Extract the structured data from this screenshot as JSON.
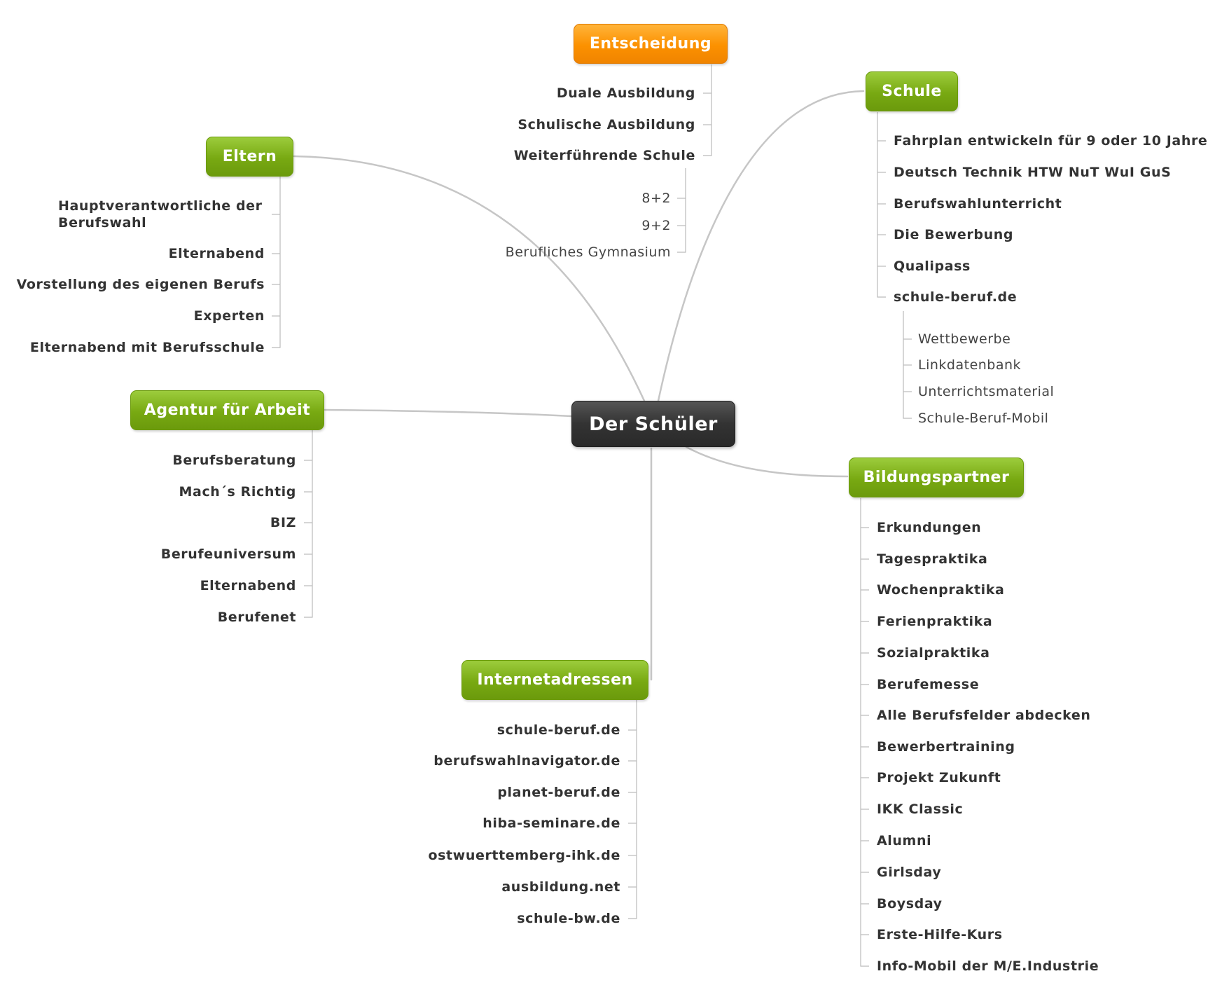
{
  "central": "Der Schüler",
  "entscheidung": {
    "title": "Entscheidung",
    "items": [
      "Duale Ausbildung",
      "Schulische Ausbildung",
      "Weiterführende Schule"
    ],
    "sub_items": [
      "8+2",
      "9+2",
      "Berufliches Gymnasium"
    ]
  },
  "schule": {
    "title": "Schule",
    "items": [
      "Fahrplan entwickeln für 9 oder 10 Jahre",
      "Deutsch Technik HTW NuT WuI GuS",
      "Berufswahlunterricht",
      "Die Bewerbung",
      "Qualipass",
      "schule-beruf.de"
    ],
    "sub_items": [
      "Wettbewerbe",
      "Linkdatenbank",
      "Unterrichtsmaterial",
      "Schule-Beruf-Mobil"
    ]
  },
  "eltern": {
    "title": "Eltern",
    "items": [
      "Hauptverantwortliche der",
      "Elternabend",
      "Vorstellung des eigenen Berufs",
      "Experten",
      "Elternabend mit Berufsschule"
    ],
    "item0_line2": "Berufswahl"
  },
  "agentur": {
    "title": "Agentur für Arbeit",
    "items": [
      "Berufsberatung",
      "Mach´s Richtig",
      "BIZ",
      "Berufeuniversum",
      "Elternabend",
      "Berufenet"
    ]
  },
  "bildungspartner": {
    "title": "Bildungspartner",
    "items": [
      "Erkundungen",
      "Tagespraktika",
      "Wochenpraktika",
      "Ferienpraktika",
      "Sozialpraktika",
      "Berufemesse",
      "Alle Berufsfelder abdecken",
      "Bewerbertraining",
      "Projekt Zukunft",
      "IKK Classic",
      "Alumni",
      "Girlsday",
      "Boysday",
      "Erste-Hilfe-Kurs",
      "Info-Mobil der M/E.Industrie"
    ]
  },
  "internet": {
    "title": "Internetadressen",
    "items": [
      "schule-beruf.de",
      "berufswahlnavigator.de",
      "planet-beruf.de",
      "hiba-seminare.de",
      "ostwuerttemberg-ihk.de",
      "ausbildung.net",
      "schule-bw.de"
    ]
  },
  "colors": {
    "topic_green": "#7fb018",
    "topic_orange": "#fc9100",
    "central_dark": "#333333",
    "connector": "#c8c8c8",
    "text": "#333333"
  }
}
